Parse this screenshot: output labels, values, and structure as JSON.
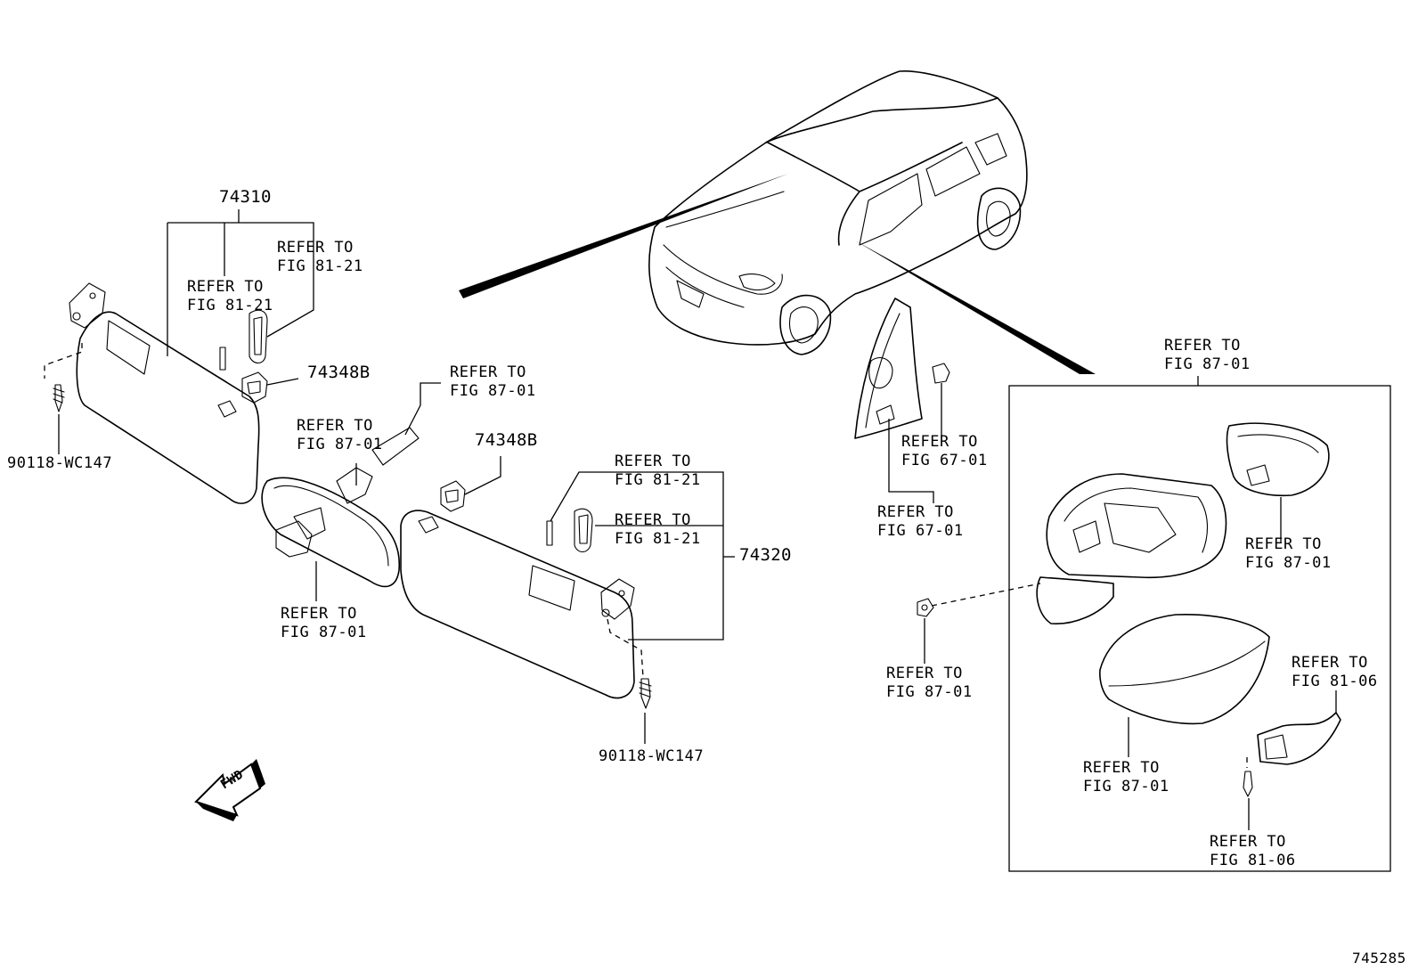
{
  "labels": {
    "p74310": "74310",
    "p74320": "74320",
    "p74348b_left": "74348B",
    "p74348b_mid": "74348B",
    "screw_left": "90118-WC147",
    "screw_right": "90118-WC147",
    "ref_visor_l_a": "REFER TO\nFIG 81-21",
    "ref_visor_l_b": "REFER TO\nFIG 81-21",
    "ref_mirror_clip": "REFER TO\nFIG 87-01",
    "ref_mirror_cover": "REFER TO\nFIG 87-01",
    "ref_rear_mirror": "REFER TO\nFIG 87-01",
    "ref_visor_r_a": "REFER TO\nFIG 81-21",
    "ref_visor_r_b": "REFER TO\nFIG 81-21",
    "ref_garnish_clip": "REFER TO\nFIG 67-01",
    "ref_garnish": "REFER TO\nFIG 67-01",
    "ref_outer_mirror": "REFER TO\nFIG 87-01",
    "ref_mirror_glass": "REFER TO\nFIG 87-01",
    "ref_nut": "REFER TO\nFIG 87-01",
    "ref_turn_lamp": "REFER TO\nFIG 81-06",
    "ref_cover": "REFER TO\nFIG 87-01",
    "ref_lamp_screw": "REFER TO\nFIG 81-06",
    "fwd": "FWD",
    "figure_id": "745285"
  },
  "icons": [
    "fwd-arrow-icon"
  ]
}
